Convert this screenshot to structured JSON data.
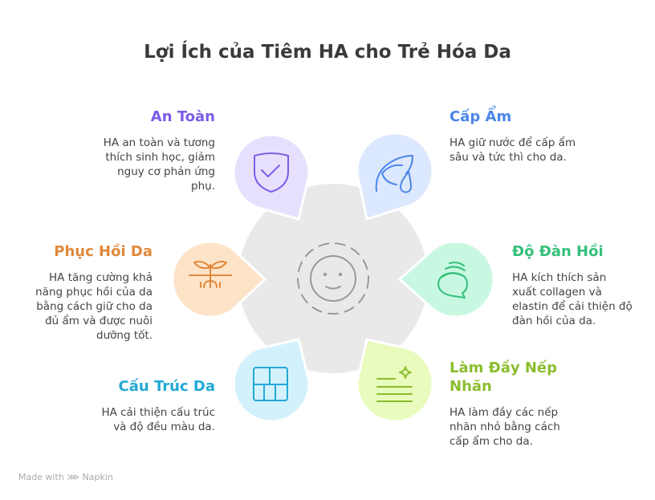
{
  "title": "Lợi Ích của Tiêm HA cho Trẻ Hóa Da",
  "center_icon": "smiley-face-icon",
  "items": [
    {
      "key": "an-toan",
      "title": "An Toàn",
      "description": "HA an toàn và tương thích sinh học, giảm nguy cơ phản ứng phụ.",
      "color": "#7b5ce6",
      "bg": "#e7e0fd",
      "icon": "shield-check-icon"
    },
    {
      "key": "cap-am",
      "title": "Cấp Ẩm",
      "description": "HA giữ nước để cấp ẩm sâu và tức thì cho da.",
      "color": "#4a86e8",
      "bg": "#dce8fd",
      "icon": "leaf-drop-icon"
    },
    {
      "key": "phuc-hoi-da",
      "title": "Phục Hồi Da",
      "description": "HA tăng cường khả năng phục hồi của da bằng cách giữ cho da đủ ẩm và được nuôi dưỡng tốt.",
      "color": "#e0893a",
      "bg": "#fde3c8",
      "icon": "sprout-roots-icon"
    },
    {
      "key": "do-dan-hoi",
      "title": "Độ Đàn Hồi",
      "description": "HA kích thích sản xuất collagen và elastin để cải thiện độ đàn hồi của da.",
      "color": "#35c07a",
      "bg": "#c8f8e2",
      "icon": "chat-bubbles-icon"
    },
    {
      "key": "cau-truc-da",
      "title": "Cấu Trúc Da",
      "description": "HA cải thiện cấu trúc và độ đều màu da.",
      "color": "#22a9d6",
      "bg": "#d3f1fc",
      "icon": "grid-layout-icon"
    },
    {
      "key": "lam-day-nep-nhan",
      "title": "Làm Đầy Nếp Nhăn",
      "description": "HA làm đầy các nếp nhăn nhỏ bằng cách cấp ẩm cho da.",
      "color": "#8bbd2e",
      "bg": "#e9fbbd",
      "icon": "text-sparkle-icon"
    }
  ],
  "footer": "Made with ⋙ Napkin"
}
